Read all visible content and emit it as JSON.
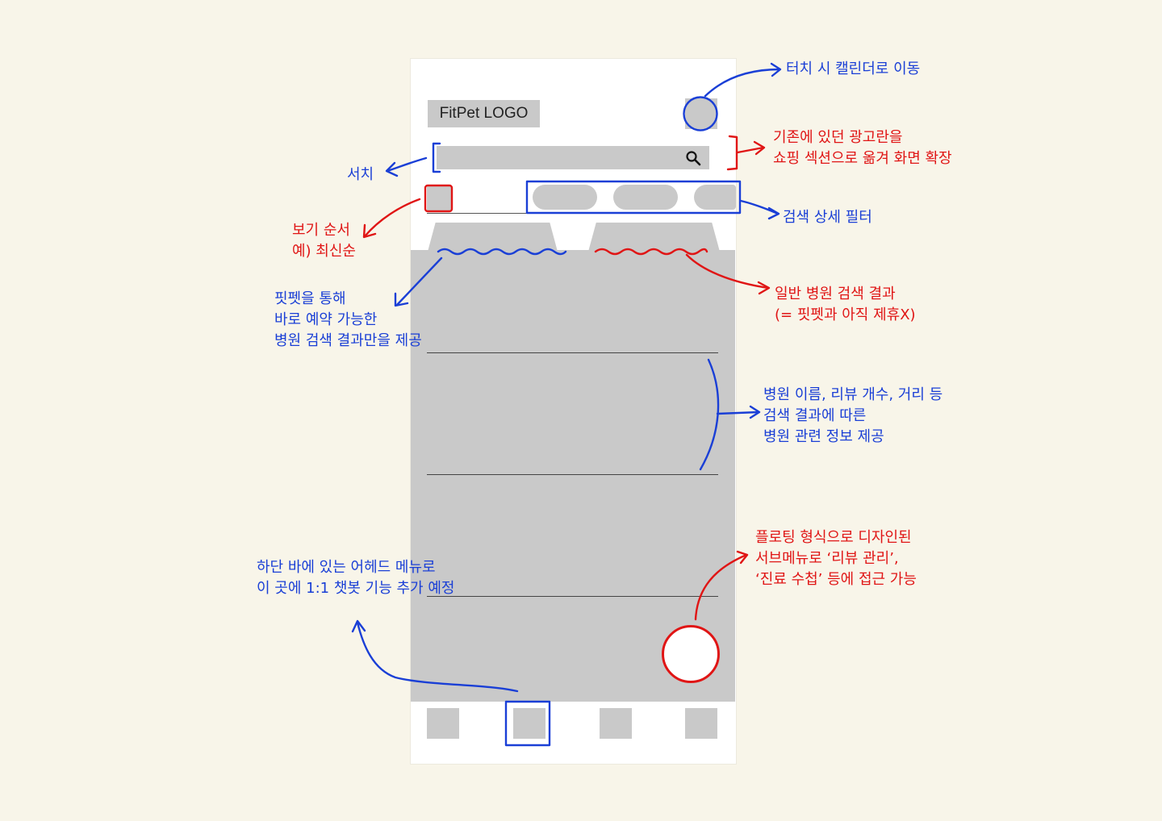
{
  "colors": {
    "background": "#f8f5e9",
    "placeholder": "#c9c9c9",
    "annotation_blue": "#1a3fd6",
    "annotation_red": "#e01515"
  },
  "mockup": {
    "logo_text": "FitPet LOGO",
    "search_icon": "search-icon"
  },
  "annotations": {
    "calendar": "터치 시 캘린더로 이동",
    "ad_removed": [
      "기존에 있던 광고란을",
      "쇼핑 섹션으로 옮겨 화면 확장"
    ],
    "search": "서치",
    "sort_order": [
      "보기 순서",
      "예) 최신순"
    ],
    "detail_filter": "검색 상세 필터",
    "fitpet_results": [
      "핏펫을 통해",
      "바로 예약 가능한",
      "병원 검색 결과만을 제공"
    ],
    "general_results": [
      "일반 병원 검색 결과",
      "(= 핏펫과 아직 제휴X)"
    ],
    "hospital_info": [
      "병원 이름, 리뷰 개수, 거리 등",
      "검색 결과에 따른",
      "병원 관련 정보 제공"
    ],
    "floating_menu": [
      "플로팅 형식으로 디자인된",
      "서브메뉴로 ‘리뷰 관리’,",
      "‘진료 수첩’ 등에 접근 가능"
    ],
    "chatbot": [
      "하단 바에 있는 어헤드 메뉴로",
      "이 곳에 1:1 챗봇 기능 추가 예정"
    ]
  }
}
